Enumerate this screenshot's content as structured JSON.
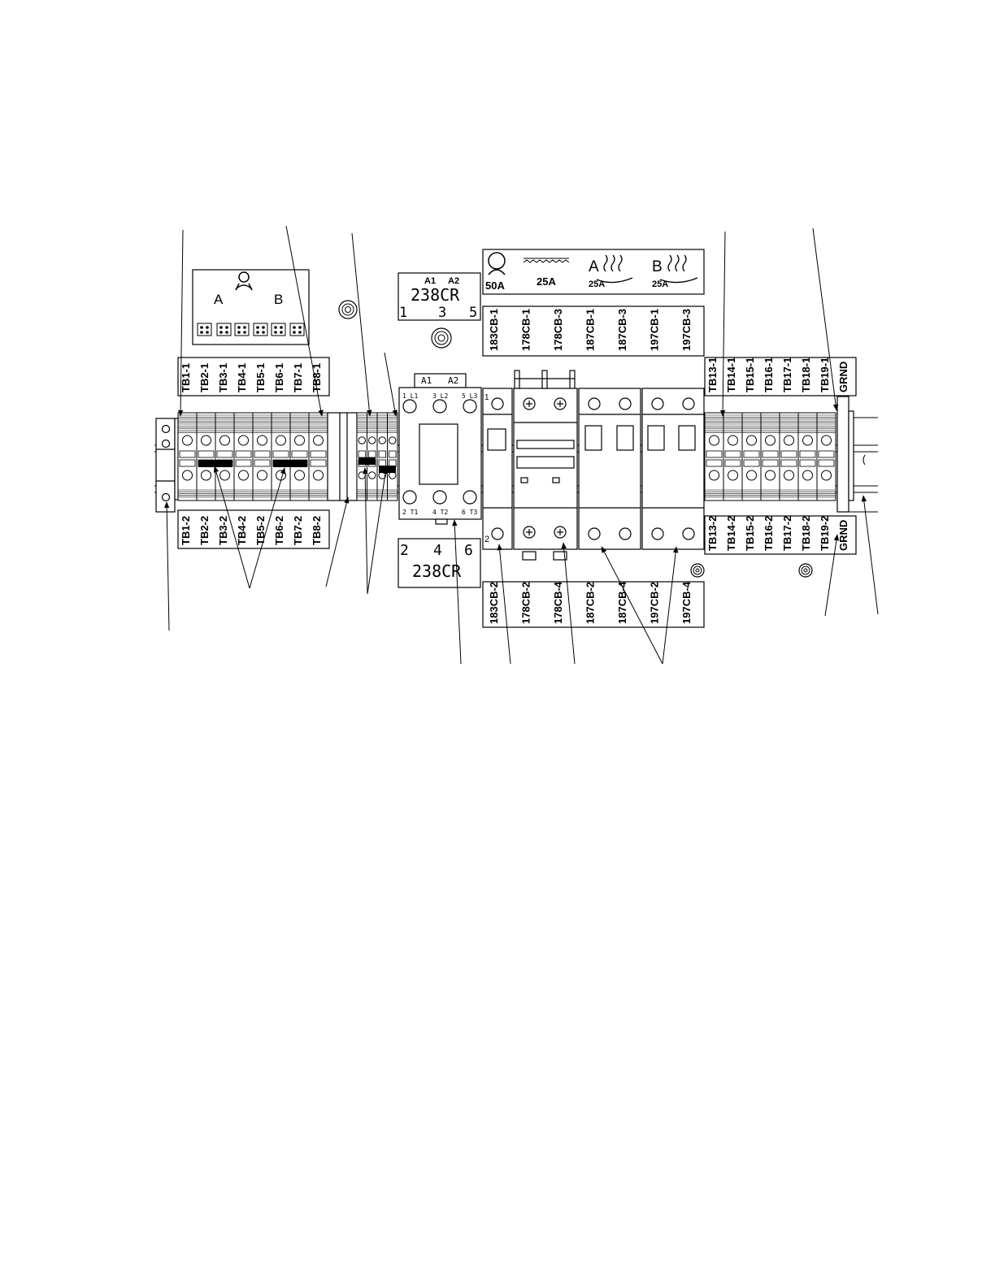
{
  "left_icon_panel": {
    "label_a": "A",
    "label_b": "B"
  },
  "relay_top": {
    "a1": "A1",
    "a2": "A2",
    "name": "238CR",
    "t1": "1",
    "t3": "3",
    "t5": "5"
  },
  "relay_bottom": {
    "t2": "2",
    "t4": "4",
    "t6": "6",
    "name": "238CR"
  },
  "relay_body": {
    "coil_a1": "A1",
    "coil_a2": "A2",
    "line_labels": [
      "1 L1",
      "3 L2",
      "5 L3"
    ],
    "load_labels": [
      "2 T1",
      "4 T2",
      "6 T3"
    ]
  },
  "breaker_rating_panel": {
    "r1": "50A",
    "r2": "25A",
    "r3_letter": "A",
    "r3": "25A",
    "r4_letter": "B",
    "r4": "25A"
  },
  "breaker_top_labels": [
    "183CB-1",
    "178CB-1",
    "178CB-3",
    "187CB-1",
    "187CB-3",
    "197CB-1",
    "197CB-3"
  ],
  "breaker_bottom_labels": [
    "183CB-2",
    "178CB-2",
    "178CB-4",
    "187CB-2",
    "187CB-4",
    "197CB-2",
    "197CB-4"
  ],
  "breaker_marks": {
    "top": "1",
    "bottom": "2"
  },
  "tb_left_top": [
    "TB1-1",
    "TB2-1",
    "TB3-1",
    "TB4-1",
    "TB5-1",
    "TB6-1",
    "TB7-1",
    "TB8-1"
  ],
  "tb_left_bottom": [
    "TB1-2",
    "TB2-2",
    "TB3-2",
    "TB4-2",
    "TB5-2",
    "TB6-2",
    "TB7-2",
    "TB8-2"
  ],
  "tb_right_top": [
    "TB13-1",
    "TB14-1",
    "TB15-1",
    "TB16-1",
    "TB17-1",
    "TB18-1",
    "TB19-1",
    "GRND"
  ],
  "tb_right_bottom": [
    "TB13-2",
    "TB14-2",
    "TB15-2",
    "TB16-2",
    "TB17-2",
    "TB18-2",
    "TB19-2",
    "GRND"
  ]
}
